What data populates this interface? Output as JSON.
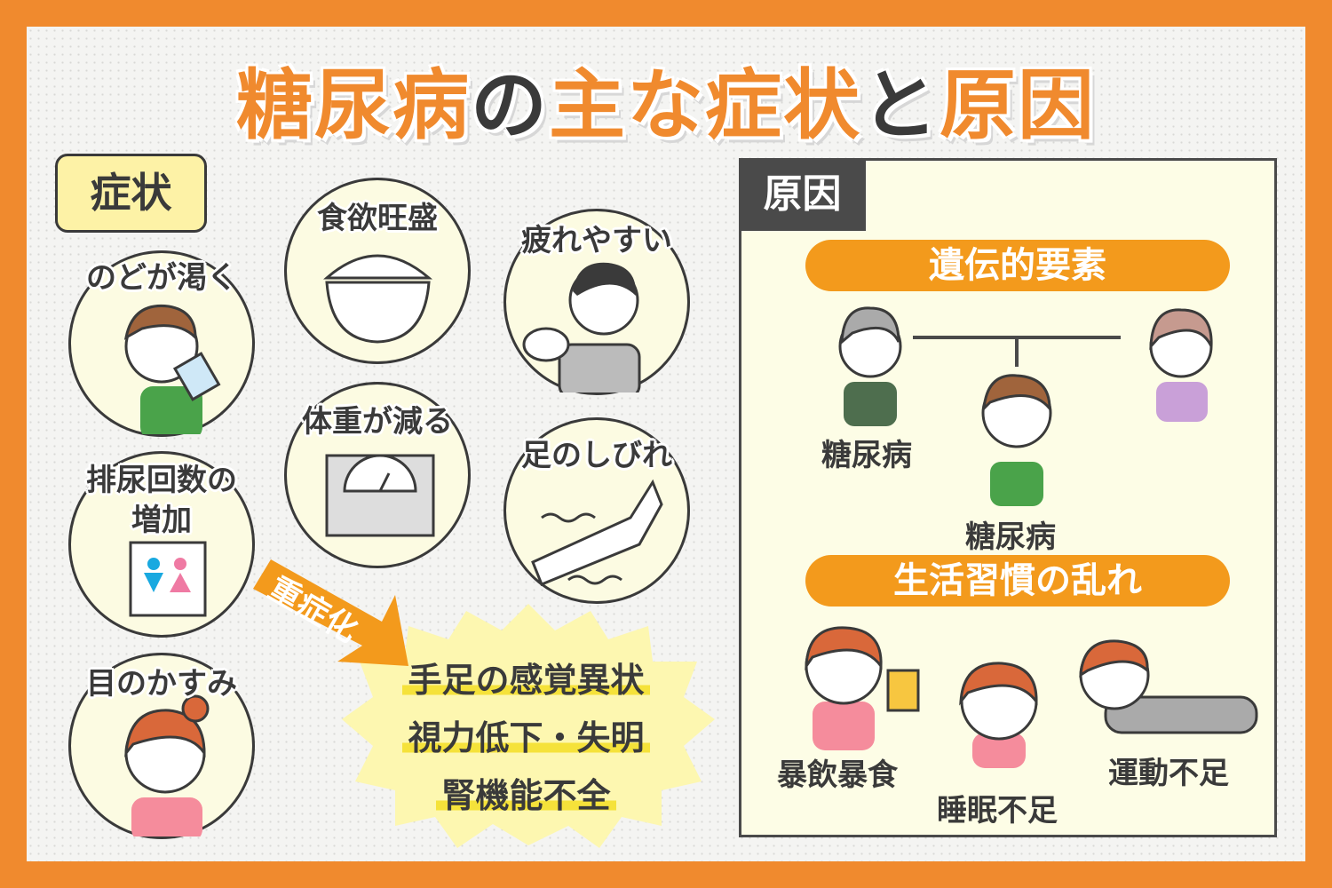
{
  "title": {
    "p1": "糖尿病",
    "p2": "の",
    "p3": "主な症状",
    "p4": "と",
    "p5": "原因"
  },
  "symptoms": {
    "tag": "症状",
    "items": [
      "のどが渇く",
      "食欲旺盛",
      "疲れやすい",
      "排尿回数の",
      "増加",
      "体重が減る",
      "足のしびれ",
      "目のかすみ"
    ],
    "arrow": "重症化",
    "severe": [
      "手足の感覚異状",
      "視力低下・失明",
      "腎機能不全"
    ]
  },
  "causes": {
    "tag": "原因",
    "genetic": "遺伝的要素",
    "grandpa_label": "糖尿病",
    "son_label": "糖尿病",
    "lifestyle": "生活習慣の乱れ",
    "lifestyle_items": [
      "暴飲暴食",
      "睡眠不足",
      "運動不足"
    ]
  },
  "colors": {
    "border": "#f08a2e",
    "accent": "#f39a1c",
    "tag": "#fdf2a6",
    "highlight": "#f5e23a"
  }
}
